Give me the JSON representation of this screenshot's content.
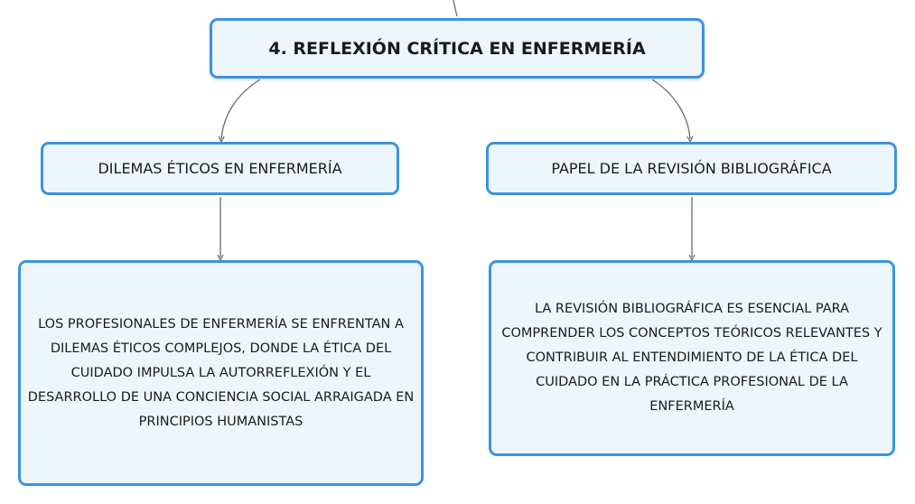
{
  "diagram": {
    "root": {
      "title": "4. REFLEXIÓN CRÍTICA EN ENFERMERÍA"
    },
    "branches": [
      {
        "title": "DILEMAS ÉTICOS EN ENFERMERÍA",
        "detail": "LOS PROFESIONALES DE ENFERMERÍA SE ENFRENTAN A DILEMAS ÉTICOS COMPLEJOS, DONDE LA ÉTICA DEL CUIDADO IMPULSA LA AUTORREFLEXIÓN Y EL DESARROLLO DE UNA CONCIENCIA SOCIAL ARRAIGADA EN PRINCIPIOS HUMANISTAS"
      },
      {
        "title": "PAPEL DE LA REVISIÓN BIBLIOGRÁFICA",
        "detail": "LA REVISIÓN BIBLIOGRÁFICA ES ESENCIAL PARA COMPRENDER LOS CONCEPTOS TEÓRICOS RELEVANTES Y CONTRIBUIR AL ENTENDIMIENTO DE LA ÉTICA DEL CUIDADO EN LA PRÁCTICA PROFESIONAL DE LA ENFERMERÍA"
      }
    ]
  },
  "colors": {
    "node_border": "#3b93e0",
    "node_fill": "#eef6fd",
    "connector": "#6b6b6b",
    "text": "#1a1a1a"
  }
}
